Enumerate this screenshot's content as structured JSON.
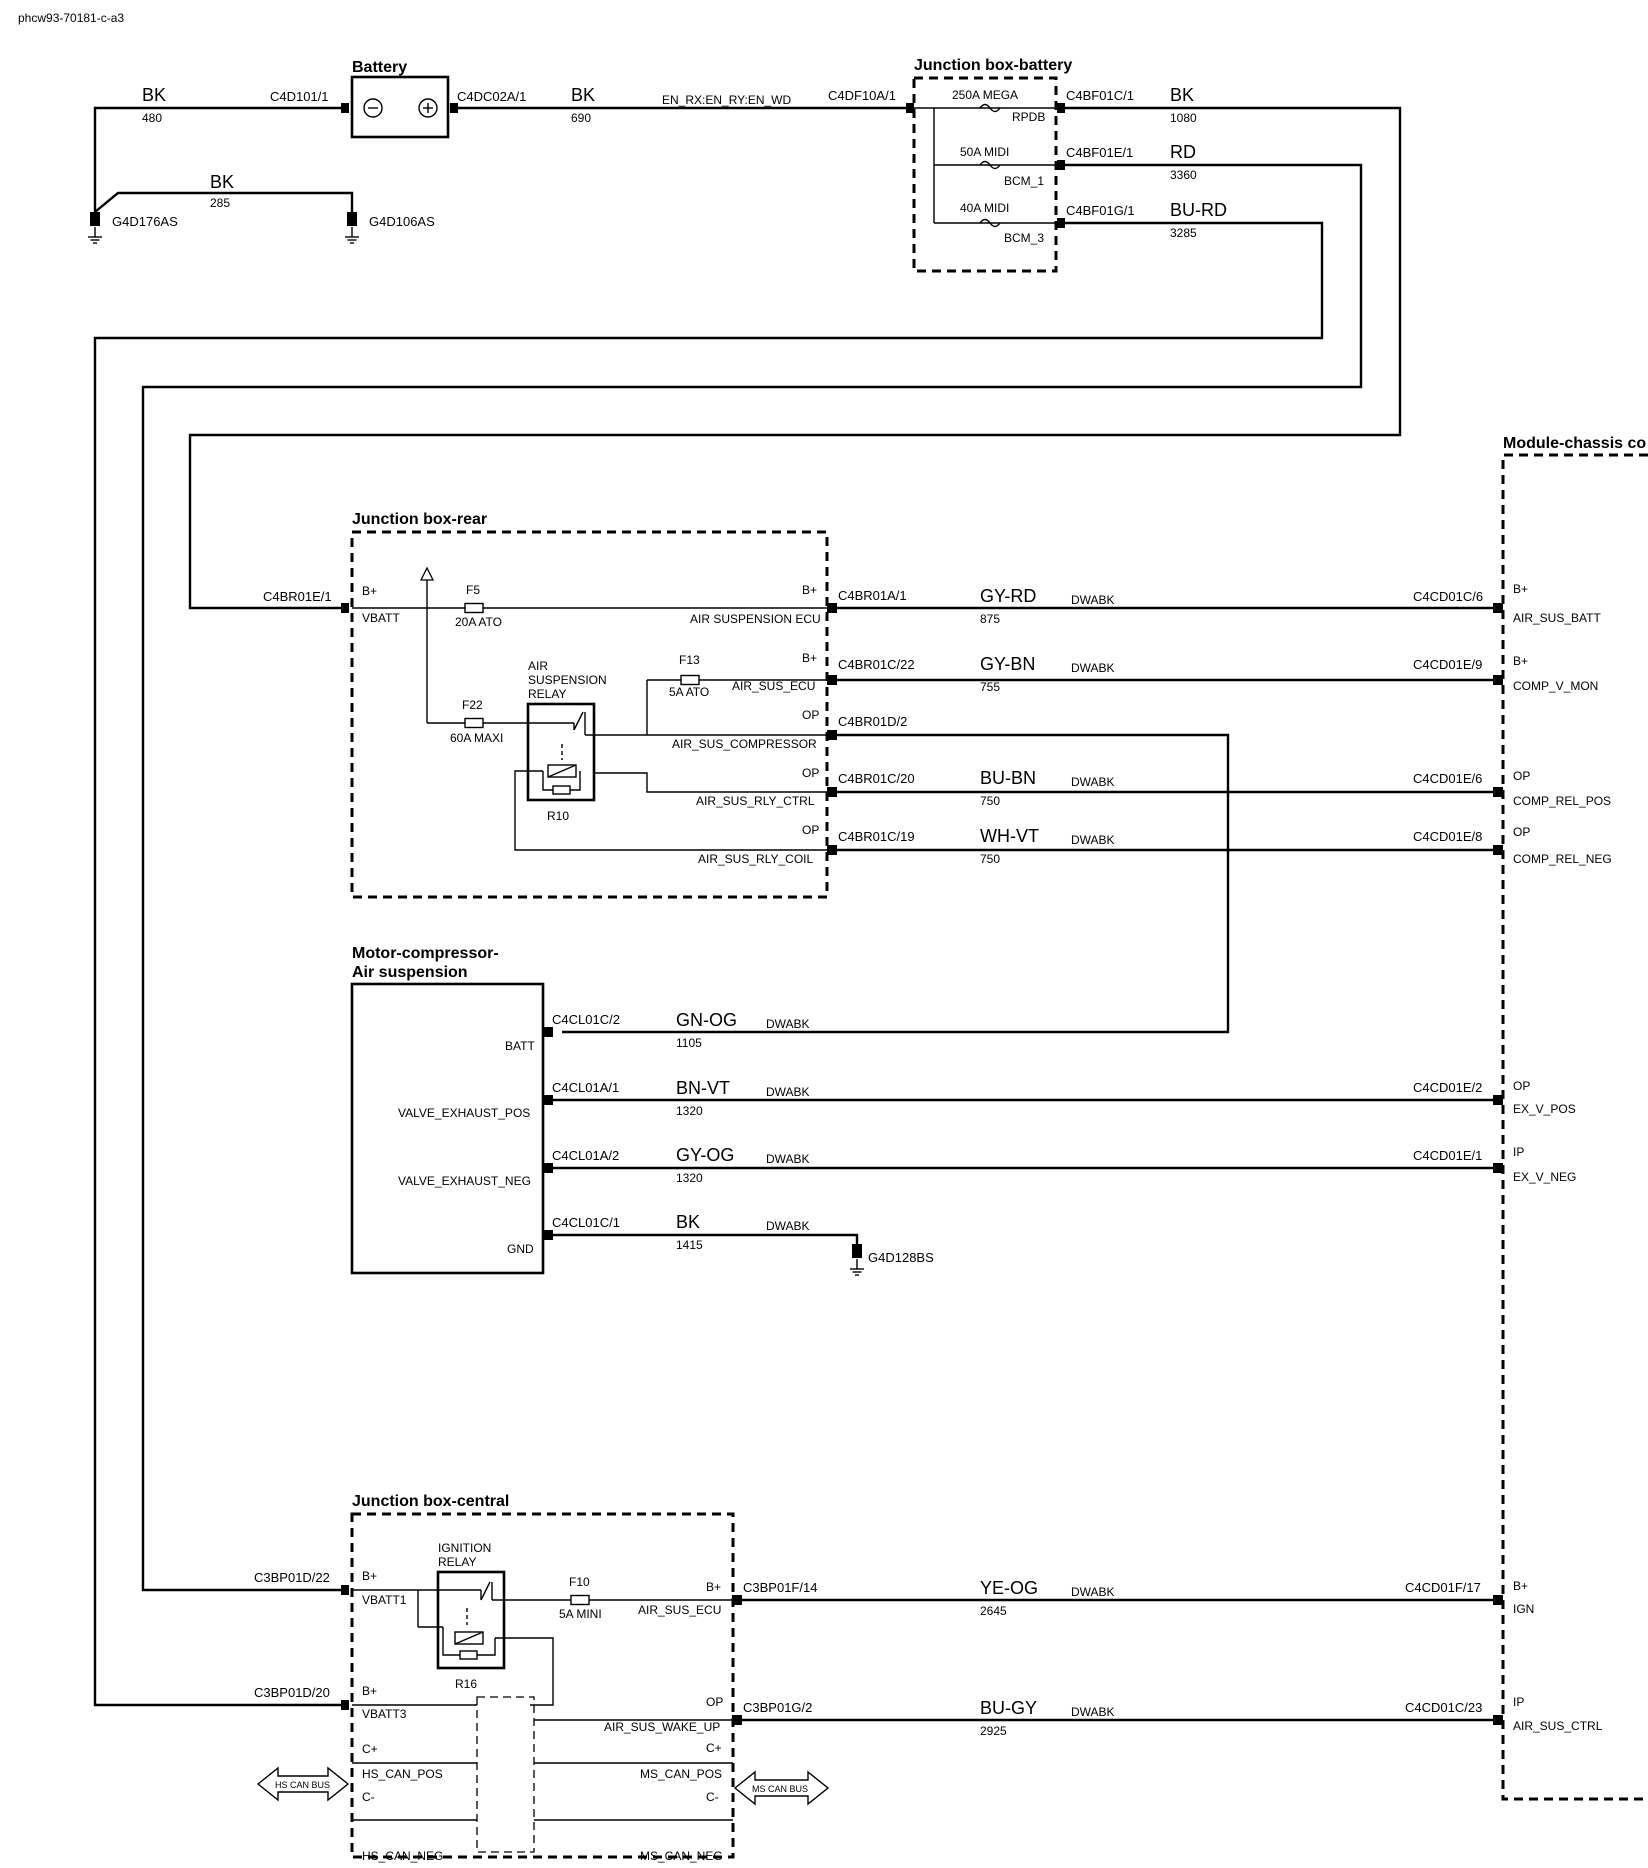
{
  "doc_id": "phcw93-70181-c-a3",
  "components": {
    "battery": "Battery",
    "jb_battery": "Junction box-battery",
    "jb_rear": "Junction box-rear",
    "motor_line1": "Motor-compressor-",
    "motor_line2": "Air suspension",
    "jb_central": "Junction box-central",
    "module": "Module-chassis co"
  },
  "top": {
    "wire_bk_480": {
      "color": "BK",
      "num": "480"
    },
    "c4d101": "C4D101/1",
    "c4dc02a": "C4DC02A/1",
    "wire_bk_690": {
      "color": "BK",
      "num": "690"
    },
    "en_rx": "EN_RX:EN_RY:EN_WD",
    "c4df10a": "C4DF10A/1",
    "wire_bk_285": {
      "color": "BK",
      "num": "285"
    },
    "g4d176": "G4D176AS",
    "g4d106": "G4D106AS"
  },
  "jb_battery": {
    "fuse1": "250A MEGA",
    "fuse1_name": "RPDB",
    "fuse2": "50A MIDI",
    "fuse2_name": "BCM_1",
    "fuse3": "40A MIDI",
    "fuse3_name": "BCM_3",
    "c1": "C4BF01C/1",
    "c2": "C4BF01E/1",
    "c3": "C4BF01G/1",
    "w1": {
      "color": "BK",
      "num": "1080"
    },
    "w2": {
      "color": "RD",
      "num": "3360"
    },
    "w3": {
      "color": "BU-RD",
      "num": "3285"
    }
  },
  "jb_rear": {
    "c_in": "C4BR01E/1",
    "bplus": "B+",
    "vbatt": "VBATT",
    "f5": "F5",
    "f5_rating": "20A ATO",
    "f22": "F22",
    "f22_rating": "60A MAXI",
    "f13": "F13",
    "f13_rating": "5A ATO",
    "relay1": "AIR",
    "relay2": "SUSPENSION",
    "relay3": "RELAY",
    "r10": "R10",
    "pins": [
      {
        "type": "B+",
        "name": "AIR SUSPENSION ECU",
        "conn": "C4BR01A/1",
        "color": "GY-RD",
        "num": "875",
        "mod_conn": "C4CD01C/6",
        "mod_type": "B+",
        "mod_name": "AIR_SUS_BATT"
      },
      {
        "type": "B+",
        "name": "AIR_SUS_ECU",
        "conn": "C4BR01C/22",
        "color": "GY-BN",
        "num": "755",
        "mod_conn": "C4CD01E/9",
        "mod_type": "B+",
        "mod_name": "COMP_V_MON"
      },
      {
        "type": "OP",
        "name": "AIR_SUS_COMPRESSOR",
        "conn": "C4BR01D/2"
      },
      {
        "type": "OP",
        "name": "AIR_SUS_RLY_CTRL",
        "conn": "C4BR01C/20",
        "color": "BU-BN",
        "num": "750",
        "mod_conn": "C4CD01E/6",
        "mod_type": "OP",
        "mod_name": "COMP_REL_POS"
      },
      {
        "type": "OP",
        "name": "AIR_SUS_RLY_COIL",
        "conn": "C4BR01C/19",
        "color": "WH-VT",
        "num": "750",
        "mod_conn": "C4CD01E/8",
        "mod_type": "OP",
        "mod_name": "COMP_REL_NEG"
      }
    ],
    "dwabk": "DWABK"
  },
  "motor": {
    "pins": [
      {
        "name": "BATT",
        "conn": "C4CL01C/2",
        "color": "GN-OG",
        "num": "1105"
      },
      {
        "name": "VALVE_EXHAUST_POS",
        "conn": "C4CL01A/1",
        "color": "BN-VT",
        "num": "1320",
        "mod_conn": "C4CD01E/2",
        "mod_type": "OP",
        "mod_name": "EX_V_POS"
      },
      {
        "name": "VALVE_EXHAUST_NEG",
        "conn": "C4CL01A/2",
        "color": "GY-OG",
        "num": "1320",
        "mod_conn": "C4CD01E/1",
        "mod_type": "IP",
        "mod_name": "EX_V_NEG"
      },
      {
        "name": "GND",
        "conn": "C4CL01C/1",
        "color": "BK",
        "num": "1415"
      }
    ],
    "ground": "G4D128BS"
  },
  "jb_central": {
    "relay1": "IGNITION",
    "relay2": "RELAY",
    "r16": "R16",
    "f10": "F10",
    "f10_rating": "5A MINI",
    "left": [
      {
        "conn": "C3BP01D/22",
        "type": "B+",
        "name": "VBATT1"
      },
      {
        "conn": "C3BP01D/20",
        "type": "B+",
        "name": "VBATT3"
      },
      {
        "type": "C+",
        "name": "HS_CAN_POS"
      },
      {
        "type": "C-",
        "name": "HS_CAN_NEG"
      }
    ],
    "right": [
      {
        "type": "B+",
        "name": "AIR_SUS_ECU",
        "conn": "C3BP01F/14",
        "color": "YE-OG",
        "num": "2645",
        "mod_conn": "C4CD01F/17",
        "mod_type": "B+",
        "mod_name": "IGN"
      },
      {
        "type": "OP",
        "name": "AIR_SUS_WAKE_UP",
        "conn": "C3BP01G/2",
        "color": "BU-GY",
        "num": "2925",
        "mod_conn": "C4CD01C/23",
        "mod_type": "IP",
        "mod_name": "AIR_SUS_CTRL"
      },
      {
        "type": "C+",
        "name": "MS_CAN_POS"
      },
      {
        "type": "C-",
        "name": "MS_CAN_NEG"
      }
    ],
    "hs_bus": "HS CAN BUS",
    "ms_bus": "MS CAN BUS"
  }
}
